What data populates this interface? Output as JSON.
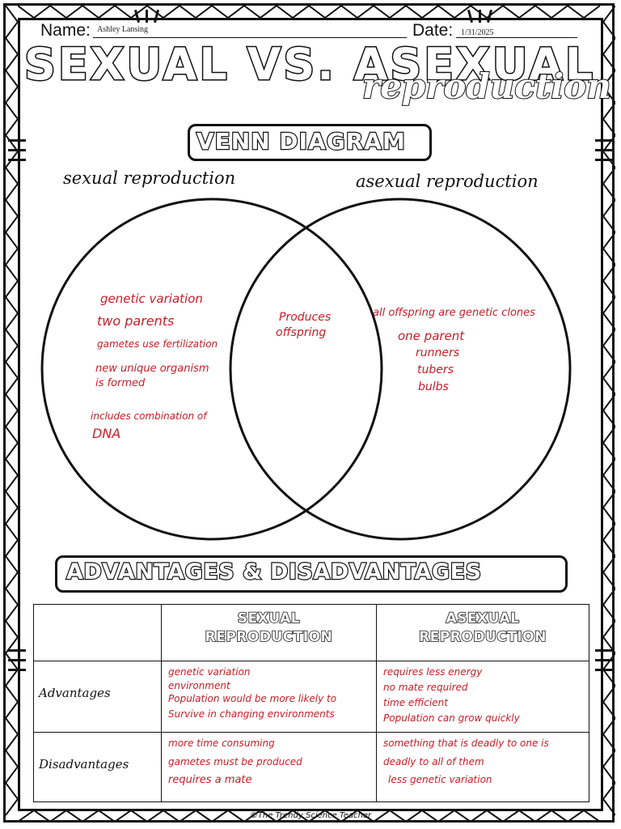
{
  "header": {
    "name_label": "Name:",
    "name_value": "Ashley Lansing",
    "date_label": "Date:",
    "date_value": "1/31/2025"
  },
  "title": {
    "main": "SEXUAL VS. ASEXUAL",
    "sub": "reproduction"
  },
  "venn": {
    "heading": "VENN DIAGRAM",
    "left_label": "sexual reproduction",
    "right_label": "asexual reproduction",
    "left_items": [
      "genetic variation",
      "two parents",
      "gametes use fertilization",
      "new unique organism",
      "is formed",
      "includes combination of",
      "DNA"
    ],
    "center_items": [
      "Produces",
      "offspring"
    ],
    "right_items": [
      "all offspring are genetic clones",
      "one parent",
      "runners",
      "tubers",
      "bulbs"
    ]
  },
  "adv": {
    "heading": "ADVANTAGES & DISADVANTAGES",
    "col_sexual_1": "SEXUAL",
    "col_sexual_2": "REPRODUCTION",
    "col_asexual_1": "ASEXUAL",
    "col_asexual_2": "REPRODUCTION",
    "row_adv": "Advantages",
    "row_dis": "Disadvantages",
    "sexual_adv": [
      "genetic variation",
      "environment",
      "Population would be more likely to",
      "Survive in changing environments"
    ],
    "asexual_adv": [
      "requires less energy",
      "no mate required",
      "time efficient",
      "Population can grow quickly"
    ],
    "sexual_dis": [
      "more time consuming",
      "gametes must be produced",
      "requires a mate"
    ],
    "asexual_dis": [
      "something that is deadly to one is",
      "deadly to all of them",
      "less genetic variation"
    ]
  },
  "footer": "©The Trendy Science Teacher"
}
